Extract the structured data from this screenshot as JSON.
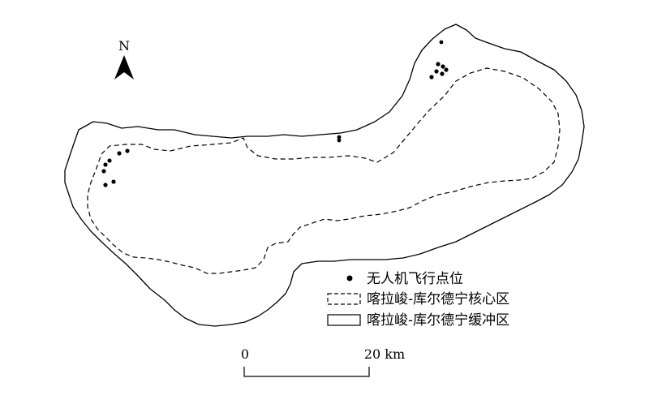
{
  "north_arrow": {
    "label": "N",
    "icon": "north-arrow-icon"
  },
  "legend": {
    "items": [
      {
        "symbol": "dot-icon",
        "label": "无人机飞行点位"
      },
      {
        "symbol": "dashed-rect-icon",
        "label": "喀拉峻-库尔德宁核心区"
      },
      {
        "symbol": "solid-rect-icon",
        "label": "喀拉峻-库尔德宁缓冲区"
      }
    ]
  },
  "scale_bar": {
    "start_label": "0",
    "end_label": "20 km"
  },
  "colors": {
    "ink": "#000000",
    "background": "#ffffff"
  }
}
